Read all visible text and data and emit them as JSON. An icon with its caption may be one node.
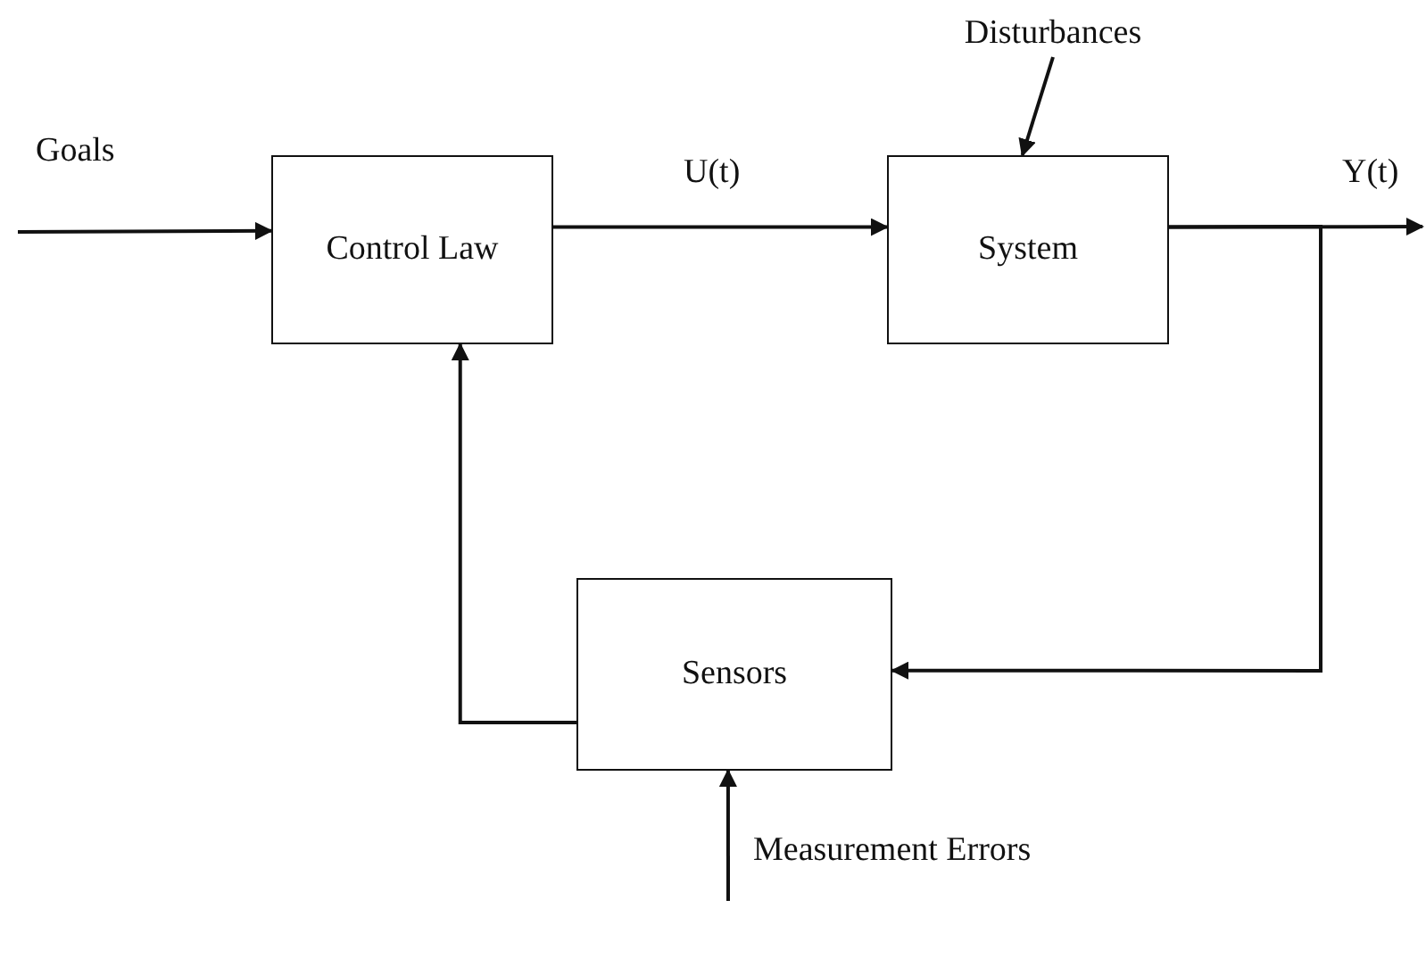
{
  "diagram": {
    "nodes": [
      {
        "text": [
          "Control Law"
        ]
      },
      {
        "text": [
          "System"
        ]
      },
      {
        "text": [
          "Disturbances"
        ]
      },
      {
        "text": [
          "Sensors"
        ]
      }
    ],
    "edges": [
      {
        "from": null,
        "to": 0,
        "arrow": "to",
        "label": "Goals"
      },
      {
        "from": 0,
        "to": 1,
        "arrow": "to",
        "label": "U(t)"
      },
      {
        "from": 2,
        "to": 1,
        "arrow": "to"
      },
      {
        "from": 1,
        "to": null,
        "arrow": "to",
        "label": "Y(t)"
      },
      {
        "from": 1,
        "to": 3,
        "arrow": "to"
      },
      {
        "from": 3,
        "to": 0,
        "arrow": "to"
      },
      {
        "from": null,
        "to": 3,
        "arrow": "to",
        "label": "Measurement Errors"
      }
    ]
  }
}
